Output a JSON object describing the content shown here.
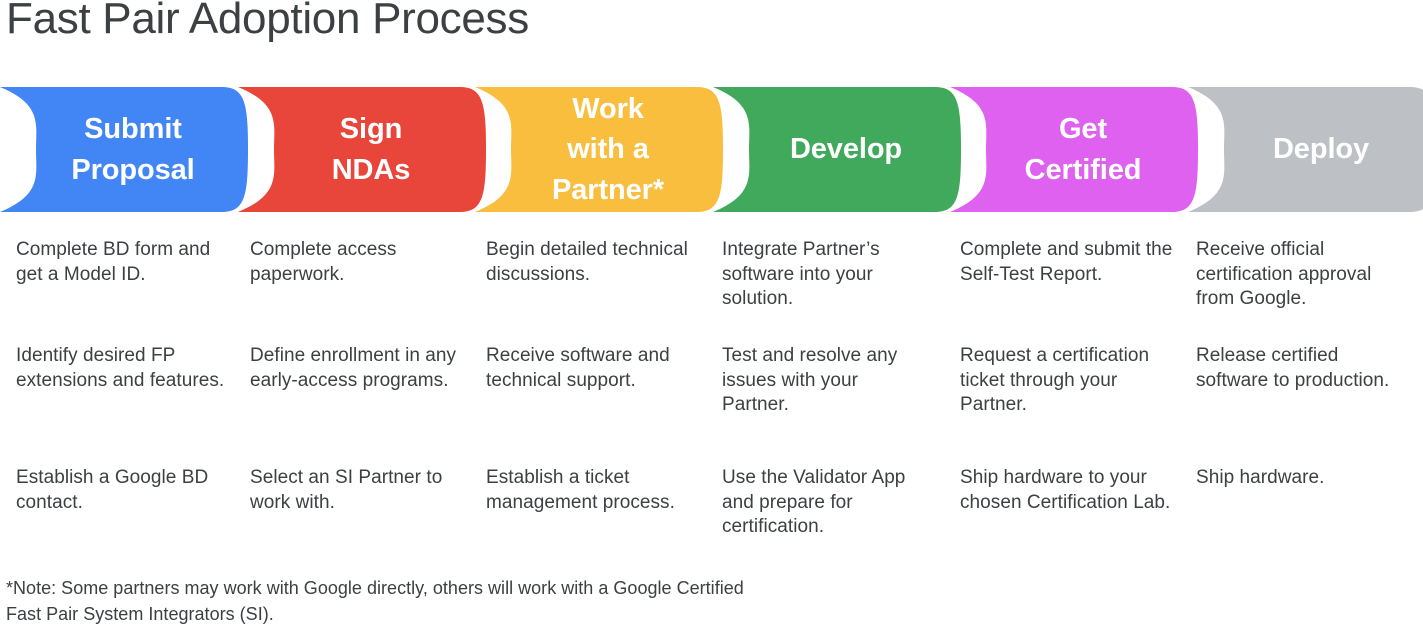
{
  "title": "Fast Pair Adoption Process",
  "colors": {
    "text": "#3c4043",
    "banner_text": "#ffffff",
    "background": "#ffffff"
  },
  "stages": [
    {
      "label": "Submit\nProposal",
      "color": "#4285F4",
      "name": "submit-proposal",
      "bullets": [
        "Complete BD form and get a Model ID.",
        "Identify desired FP extensions and features.",
        "Establish a Google BD contact."
      ]
    },
    {
      "label": "Sign\nNDAs",
      "color": "#E8463A",
      "name": "sign-ndas",
      "bullets": [
        "Complete access paperwork.",
        "Define enrollment in any early-access programs.",
        "Select an SI Partner to work with."
      ]
    },
    {
      "label": "Work\nwith a\nPartner*",
      "color": "#F9BE3E",
      "name": "work-with-a-partner",
      "bullets": [
        "Begin detailed technical discussions.",
        "Receive software and technical support.",
        "Establish a ticket management process."
      ]
    },
    {
      "label": "Develop",
      "color": "#40A95B",
      "name": "develop",
      "bullets": [
        "Integrate Partner’s software into your solution.",
        "Test and resolve any issues with your Partner.",
        "Use the Validator App and prepare for certification."
      ]
    },
    {
      "label": "Get\nCertified",
      "color": "#DE62EF",
      "name": "get-certified",
      "bullets": [
        "Complete and submit the Self-Test Report.",
        "Request a certification ticket through your Partner.",
        "Ship hardware to your chosen Certification Lab."
      ]
    },
    {
      "label": "Deploy",
      "color": "#BDC1C6",
      "name": "deploy",
      "bullets": [
        "Receive official certification approval from Google.",
        "Release certified software to production.",
        "Ship hardware."
      ]
    }
  ],
  "footnote": "*Note: Some partners may work with Google directly, others will work with a Google Certified Fast Pair System Integrators (SI)."
}
